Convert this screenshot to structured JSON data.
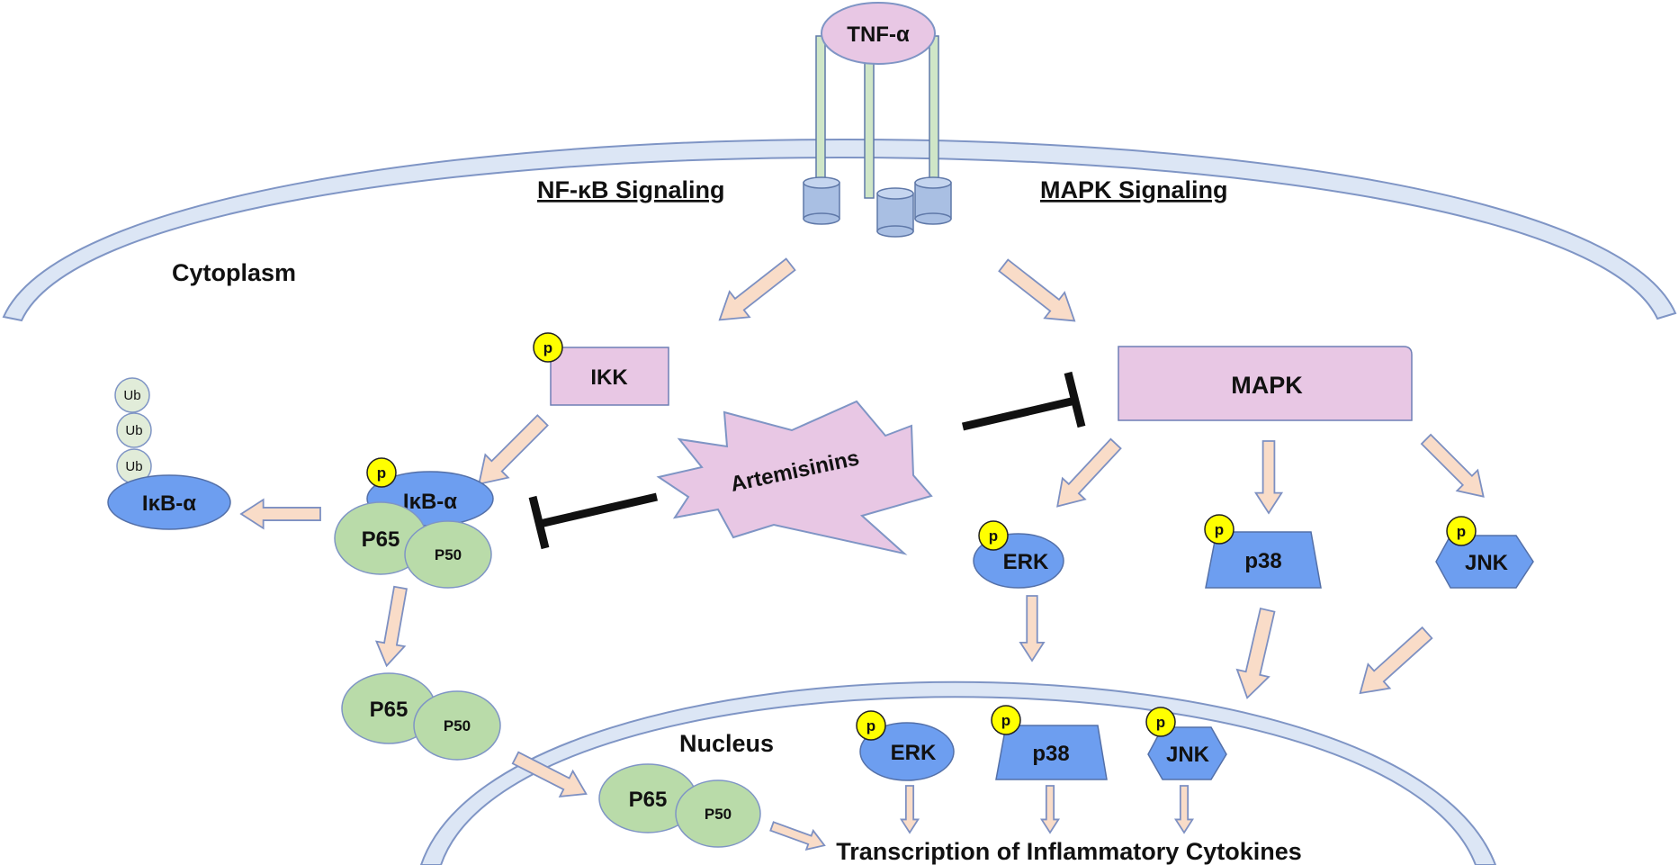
{
  "colors": {
    "membrane_fill": "#dce6f5",
    "membrane_stroke": "#7f95c5",
    "pink": "#e8c7e4",
    "blue": "#6d9ef0",
    "green": "#b9dba9",
    "ub": "#e1ecd9",
    "arrow_fill": "#f9dcc8",
    "arrow_stroke": "#7d90c2",
    "phospho": "#ffff00",
    "inhibitor": "#111111"
  },
  "labels": {
    "ligand": "TNF-α",
    "nfkb_heading": "NF-κB Signaling",
    "mapk_heading": "MAPK Signaling",
    "cytoplasm": "Cytoplasm",
    "nucleus": "Nucleus",
    "ikk": "IKK",
    "mapk": "MAPK",
    "drug": "Artemisinins",
    "ikba": "IκB-α",
    "ikba_free": "IκB-α",
    "ub": "Ub",
    "p65": "P65",
    "p50": "P50",
    "erk": "ERK",
    "p38": "p38",
    "jnk": "JNK",
    "phospho": "p",
    "output": "Transcription of Inflammatory Cytokines"
  }
}
